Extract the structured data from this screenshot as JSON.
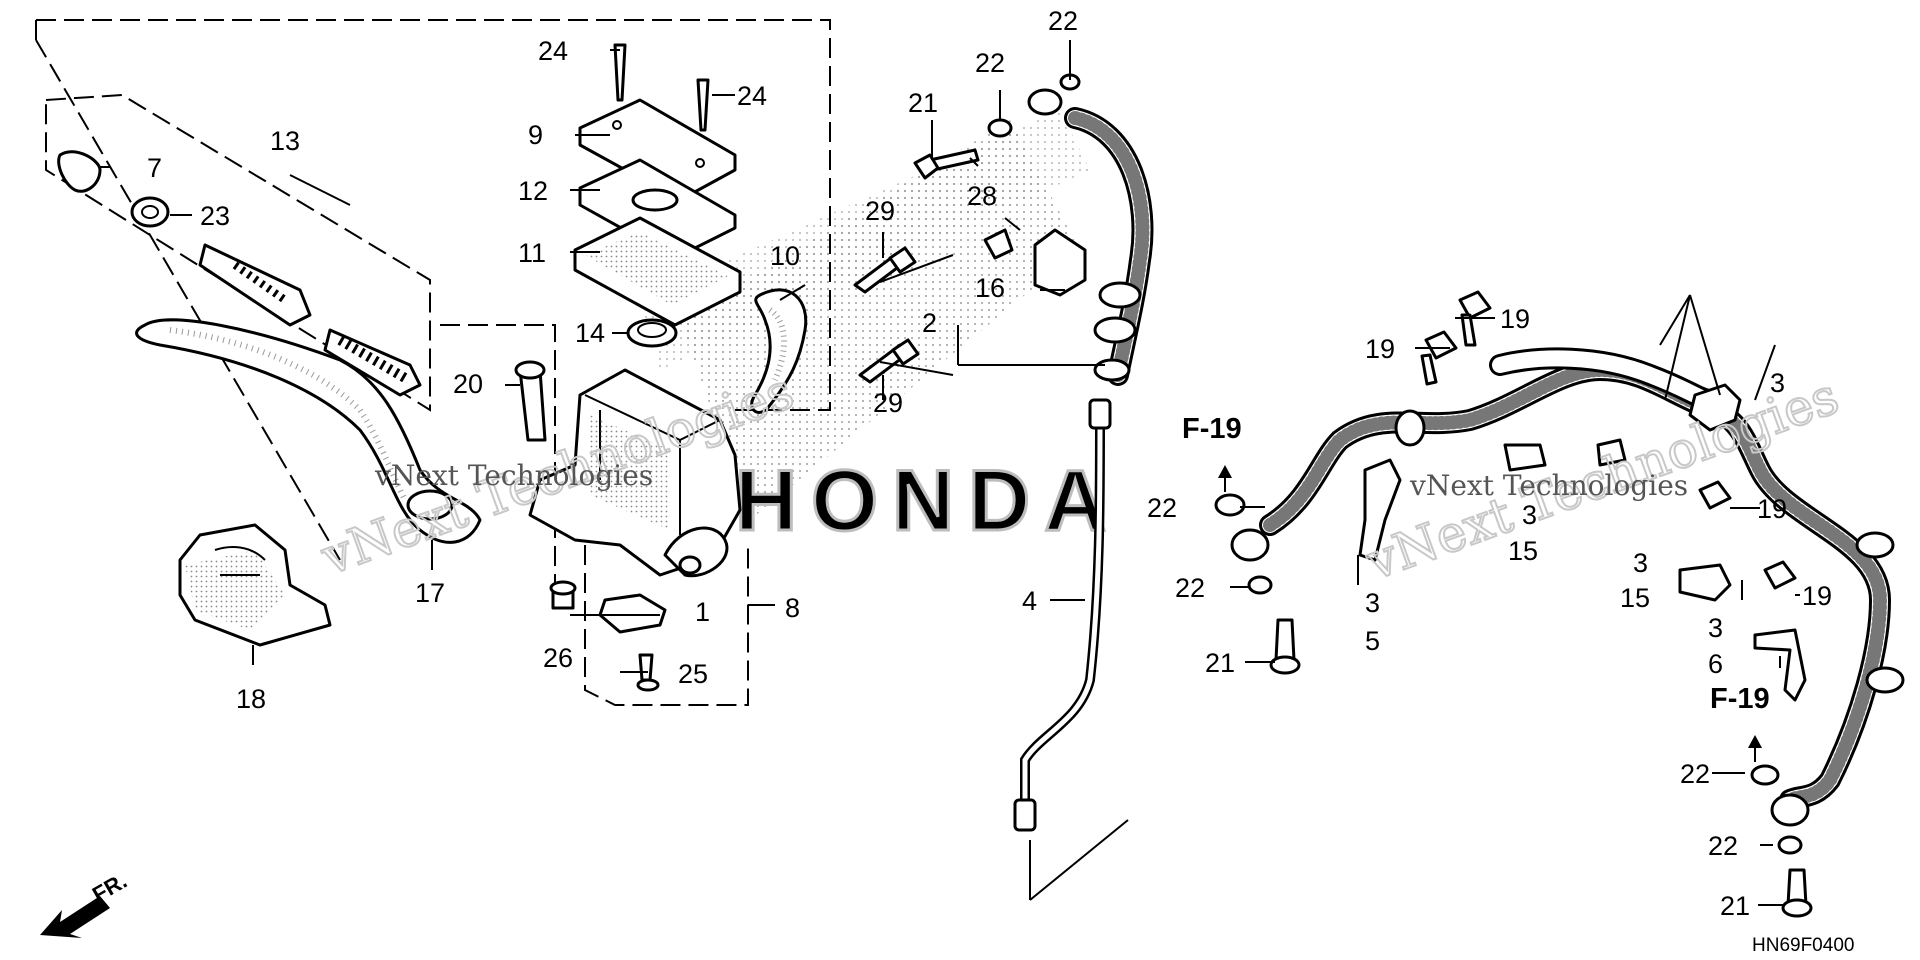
{
  "diagram": {
    "code": "HN69F0400",
    "front_label": "FR.",
    "ref_label": "F-19",
    "watermark_1": "vNext Technologies",
    "watermark_2": "vNext Technologies",
    "background_brand": "HONDA"
  },
  "callouts": [
    {
      "id": "c1",
      "text": "1"
    },
    {
      "id": "c2",
      "text": "2"
    },
    {
      "id": "c3a",
      "text": "3"
    },
    {
      "id": "c3b",
      "text": "3"
    },
    {
      "id": "c3c",
      "text": "3"
    },
    {
      "id": "c3d",
      "text": "3"
    },
    {
      "id": "c3e",
      "text": "3"
    },
    {
      "id": "c4",
      "text": "4"
    },
    {
      "id": "c5",
      "text": "5"
    },
    {
      "id": "c6",
      "text": "6"
    },
    {
      "id": "c7",
      "text": "7"
    },
    {
      "id": "c8",
      "text": "8"
    },
    {
      "id": "c9",
      "text": "9"
    },
    {
      "id": "c10",
      "text": "10"
    },
    {
      "id": "c11",
      "text": "11"
    },
    {
      "id": "c12",
      "text": "12"
    },
    {
      "id": "c13",
      "text": "13"
    },
    {
      "id": "c14",
      "text": "14"
    },
    {
      "id": "c15a",
      "text": "15"
    },
    {
      "id": "c15b",
      "text": "15"
    },
    {
      "id": "c16",
      "text": "16"
    },
    {
      "id": "c17",
      "text": "17"
    },
    {
      "id": "c18",
      "text": "18"
    },
    {
      "id": "c19a",
      "text": "19"
    },
    {
      "id": "c19b",
      "text": "19"
    },
    {
      "id": "c19c",
      "text": "19"
    },
    {
      "id": "c19d",
      "text": "19"
    },
    {
      "id": "c20",
      "text": "20"
    },
    {
      "id": "c21a",
      "text": "21"
    },
    {
      "id": "c21b",
      "text": "21"
    },
    {
      "id": "c21c",
      "text": "21"
    },
    {
      "id": "c22a",
      "text": "22"
    },
    {
      "id": "c22b",
      "text": "22"
    },
    {
      "id": "c22c",
      "text": "22"
    },
    {
      "id": "c22d",
      "text": "22"
    },
    {
      "id": "c22e",
      "text": "22"
    },
    {
      "id": "c22f",
      "text": "22"
    },
    {
      "id": "c23",
      "text": "23"
    },
    {
      "id": "c24a",
      "text": "24"
    },
    {
      "id": "c24b",
      "text": "24"
    },
    {
      "id": "c25",
      "text": "25"
    },
    {
      "id": "c26",
      "text": "26"
    },
    {
      "id": "c28",
      "text": "28"
    },
    {
      "id": "c29a",
      "text": "29"
    },
    {
      "id": "c29b",
      "text": "29"
    }
  ]
}
